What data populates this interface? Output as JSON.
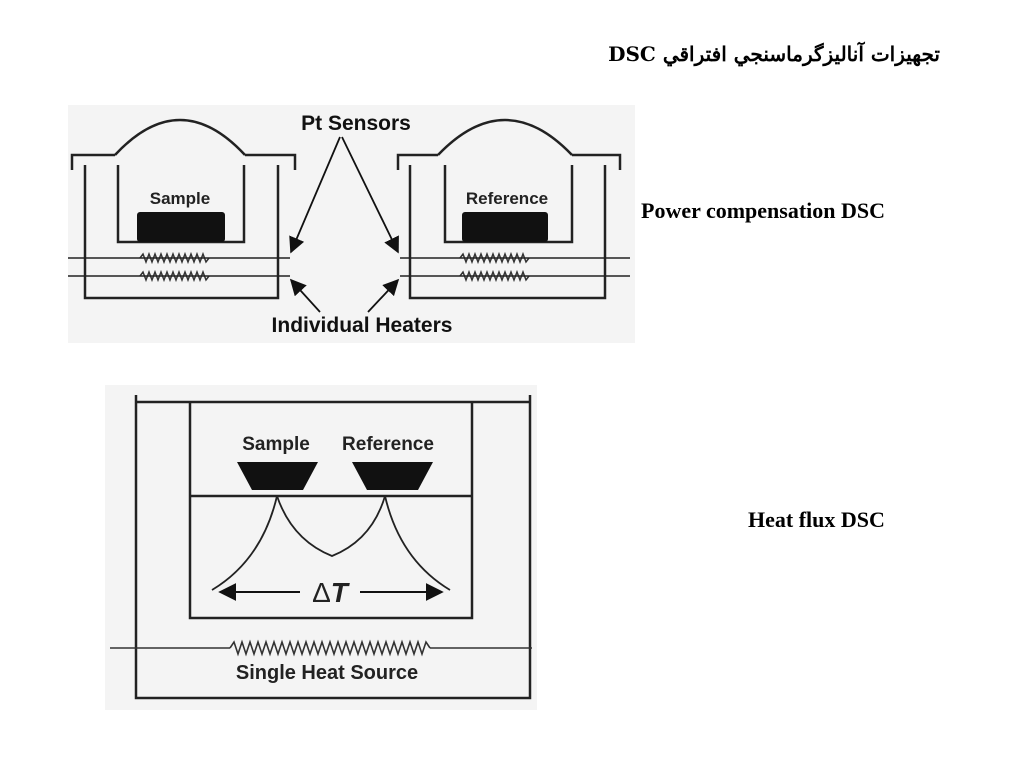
{
  "slide": {
    "title": "تجهیزات آنالیزگرماسنجي افتراقي DSC"
  },
  "diagrams": {
    "power_compensation": {
      "caption": "Power compensation DSC",
      "pt_sensors_label": "Pt Sensors",
      "sample_label": "Sample",
      "reference_label": "Reference",
      "heaters_label": "Individual Heaters"
    },
    "heat_flux": {
      "caption": "Heat flux DSC",
      "sample_label": "Sample",
      "reference_label": "Reference",
      "delta_prefix": "Δ",
      "delta_var": "T",
      "heat_source_label": "Single Heat Source"
    }
  },
  "colors": {
    "line": "#222222",
    "pan_fill": "#111111",
    "diagram_bg": "#f4f4f4"
  }
}
